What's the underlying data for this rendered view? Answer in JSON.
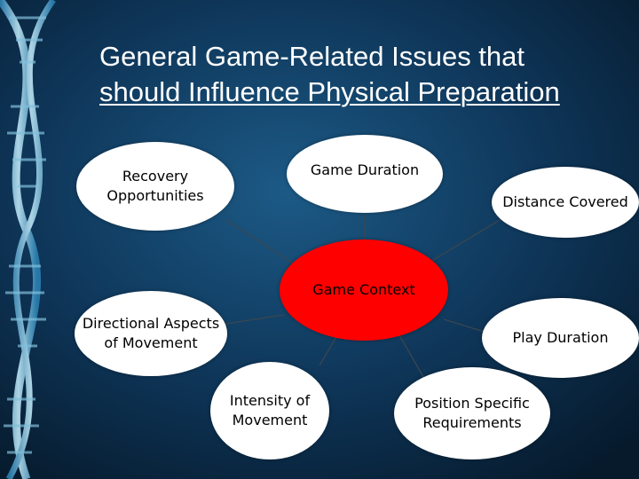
{
  "title": {
    "line1": "General Game-Related Issues that",
    "line2": "should Influence Physical Preparation"
  },
  "diagram": {
    "center": "Game Context",
    "nodes": {
      "recovery": "Recovery\nOpportunities",
      "duration": "Game Duration",
      "distance": "Distance Covered",
      "directional": "Directional Aspects\nof Movement",
      "play": "Play Duration",
      "intensity": "Intensity of\nMovement",
      "position": "Position Specific\nRequirements"
    }
  },
  "colors": {
    "background": "#0b2a45",
    "center_fill": "#ff0000",
    "node_fill": "#ffffff",
    "connector": "#3a4650"
  }
}
